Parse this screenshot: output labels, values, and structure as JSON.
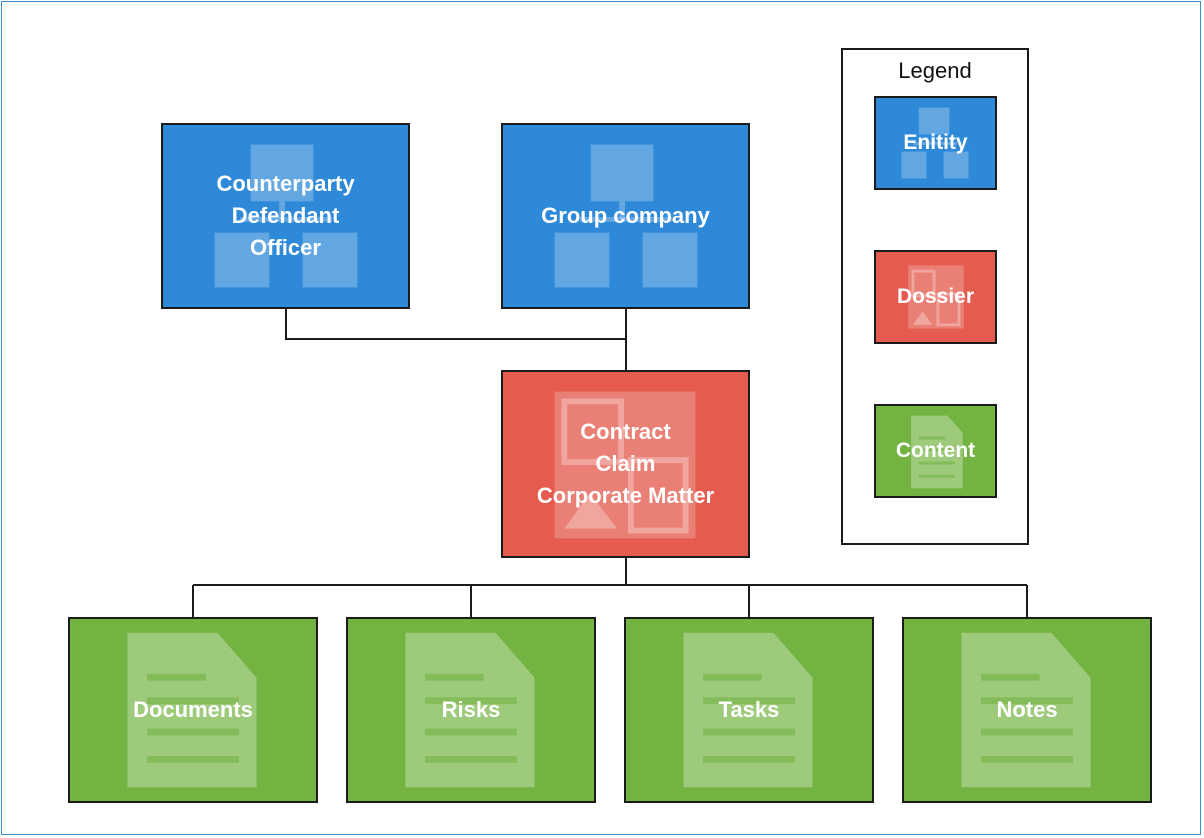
{
  "nodes": {
    "counterparty": {
      "lines": [
        "Counterparty",
        "Defendant",
        "Officer"
      ],
      "kind": "entity"
    },
    "group_company": {
      "lines": [
        "Group company"
      ],
      "kind": "entity"
    },
    "matter": {
      "lines": [
        "Contract",
        "Claim",
        "Corporate Matter"
      ],
      "kind": "dossier"
    },
    "documents": {
      "lines": [
        "Documents"
      ],
      "kind": "content"
    },
    "risks": {
      "lines": [
        "Risks"
      ],
      "kind": "content"
    },
    "tasks": {
      "lines": [
        "Tasks"
      ],
      "kind": "content"
    },
    "notes": {
      "lines": [
        "Notes"
      ],
      "kind": "content"
    }
  },
  "legend": {
    "title": "Legend",
    "items": [
      {
        "label": "Enitity",
        "kind": "entity"
      },
      {
        "label": "Dossier",
        "kind": "dossier"
      },
      {
        "label": "Content",
        "kind": "content"
      }
    ]
  },
  "edges": [
    [
      "counterparty",
      "matter"
    ],
    [
      "group_company",
      "matter"
    ],
    [
      "matter",
      "documents"
    ],
    [
      "matter",
      "risks"
    ],
    [
      "matter",
      "tasks"
    ],
    [
      "matter",
      "notes"
    ]
  ],
  "colors": {
    "entity": "#2e8ad8",
    "dossier": "#e55b4f",
    "content": "#73b342",
    "border": "#1b1b1b",
    "frame": "#3b8fd0"
  }
}
